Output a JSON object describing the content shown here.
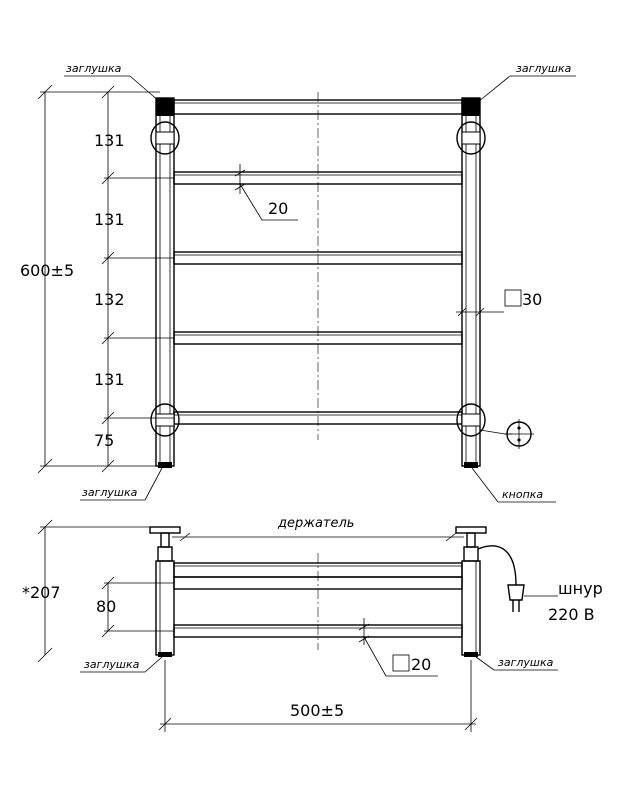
{
  "labels": {
    "cap_top_left": "заглушка",
    "cap_top_right": "заглушка",
    "cap_bottom_left": "заглушка",
    "button": "кнопка",
    "holder": "держатель",
    "cap_bottom_left2": "заглушка",
    "cap_bottom_right2": "заглушка",
    "cord": "шнур",
    "voltage": "220 В"
  },
  "dimensions": {
    "overall_height": "600±5",
    "spacing_1": "131",
    "spacing_2": "131",
    "spacing_3": "132",
    "spacing_4": "131",
    "bottom_offset": "75",
    "rail_tube": "20",
    "post_tube": "30",
    "depth": "*207",
    "shelf_gap": "80",
    "shelf_tube": "20",
    "width": "500±5"
  }
}
